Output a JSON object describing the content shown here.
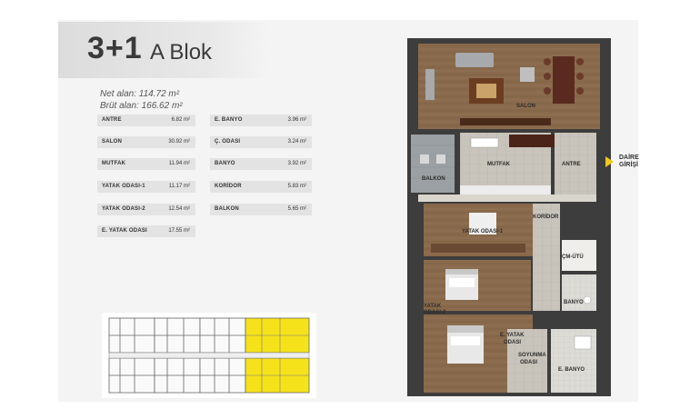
{
  "header": {
    "number": "3+1",
    "block": "A Blok"
  },
  "areas": {
    "net": "Net alan:  114.72 m²",
    "brut": "Brüt alan: 166.62 m²"
  },
  "rooms_left": [
    {
      "name": "ANTRE",
      "area": "6.82 m²"
    },
    {
      "name": "SALON",
      "area": "30.92 m²"
    },
    {
      "name": "MUTFAK",
      "area": "11.94 m²"
    },
    {
      "name": "YATAK ODASI-1",
      "area": "11.17 m²"
    },
    {
      "name": "YATAK ODASI-2",
      "area": "12.54 m²"
    },
    {
      "name": "E. YATAK ODASI",
      "area": "17.55 m²"
    }
  ],
  "rooms_right": [
    {
      "name": "E. BANYO",
      "area": "3.96 m²"
    },
    {
      "name": "Ç. ODASI",
      "area": "3.24 m²"
    },
    {
      "name": "BANYO",
      "area": "3.92 m²"
    },
    {
      "name": "KORİDOR",
      "area": "5.83 m²"
    },
    {
      "name": "BALKON",
      "area": "5.65 m²"
    }
  ],
  "plan_labels": {
    "salon": "SALON",
    "balkon": "BALKON",
    "mutfak": "MUTFAK",
    "antre": "ANTRE",
    "koridor": "KORİDOR",
    "yatak1": "YATAK ODASI-1",
    "yatak2a": "YATAK",
    "yatak2b": "ODASI-2",
    "cm": "ÇM-ÜTÜ",
    "banyo": "BANYO",
    "eyatak_a": "E. YATAK",
    "eyatak_b": "ODASI",
    "soy_a": "SOYUNMA",
    "soy_b": "ODASI",
    "ebanyo": "E. BANYO"
  },
  "entrance": {
    "line1": "DAİRE",
    "line2": "GİRİŞİ"
  },
  "colors": {
    "highlight": "#f5e21b",
    "wood": "#8a6a4c",
    "tile": "#c8c4bb",
    "wall": "#555555"
  }
}
